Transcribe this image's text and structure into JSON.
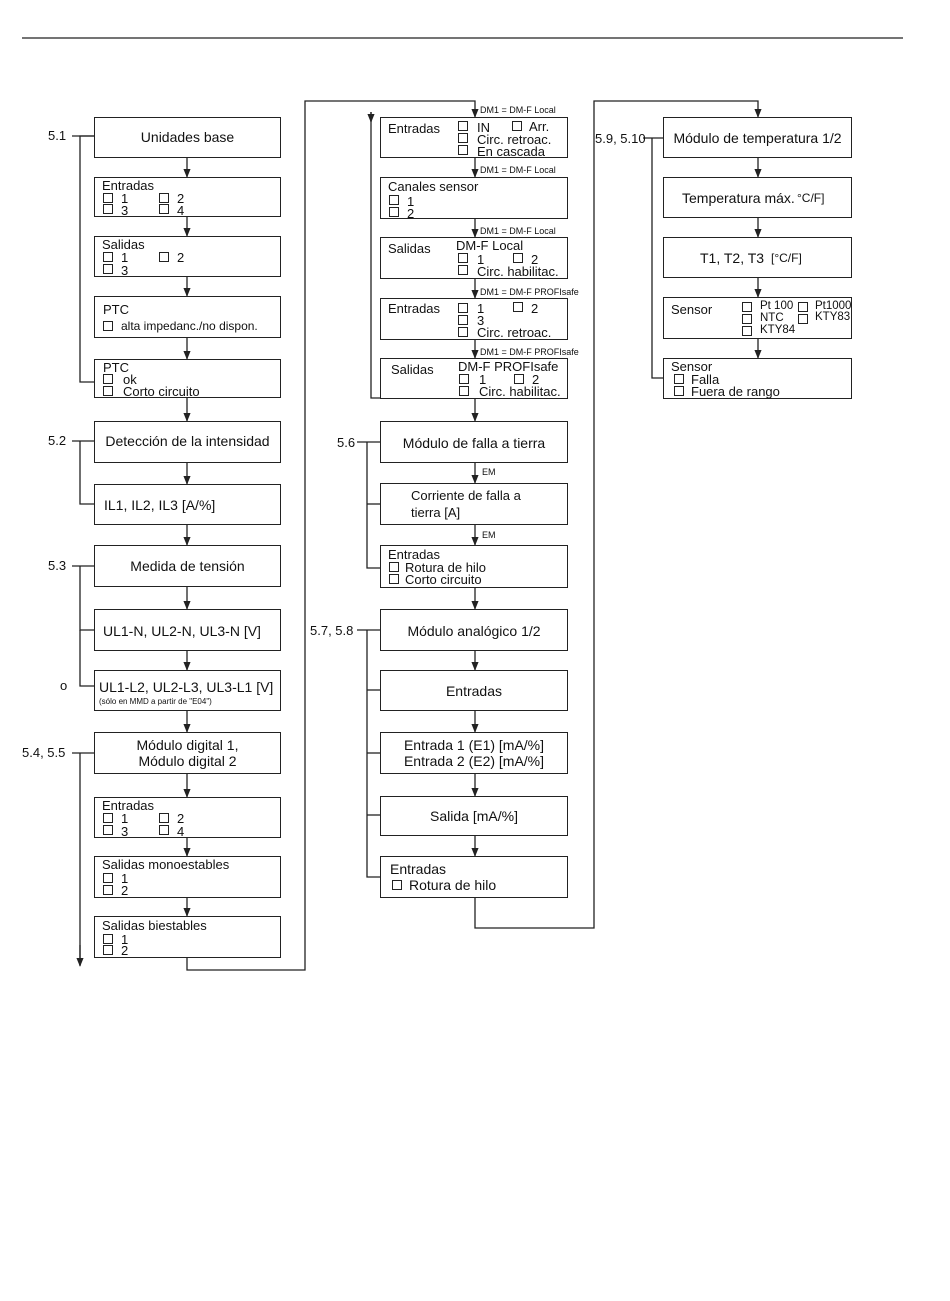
{
  "col1": {
    "unidades_base": {
      "ref": "5.1",
      "title": "Unidades base",
      "entradas": {
        "heading": "Entradas",
        "opts": [
          "1",
          "2",
          "3",
          "4"
        ]
      },
      "salidas": {
        "heading": "Salidas",
        "opts": [
          "1",
          "2",
          "3"
        ]
      },
      "ptc1": {
        "heading": "PTC",
        "opt": "alta impedanc./no dispon."
      },
      "ptc2": {
        "heading": "PTC",
        "opts": [
          "ok",
          "Corto circuito"
        ]
      }
    },
    "intensidad": {
      "ref": "5.2",
      "title": "Detección de la intensidad",
      "values": "IL1, IL2, IL3 [A/%]"
    },
    "tension": {
      "ref": "5.3",
      "ref_o": "o",
      "title": "Medida de tensión",
      "ln": "UL1-N, UL2-N, UL3-N [V]",
      "ll": "UL1-L2, UL2-L3, UL3-L1 [V]",
      "ll_note": "(sólo en MMD a partir de \"E04\")"
    },
    "digital": {
      "ref": "5.4, 5.5",
      "title1": "Módulo digital 1,",
      "title2": "Módulo digital 2",
      "entradas": {
        "heading": "Entradas",
        "opts": [
          "1",
          "2",
          "3",
          "4"
        ]
      },
      "mono": {
        "heading": "Salidas monoestables",
        "opts": [
          "1",
          "2"
        ]
      },
      "bi": {
        "heading": "Salidas biestables",
        "opts": [
          "1",
          "2"
        ]
      }
    }
  },
  "col2": {
    "dm": {
      "label_local": "DM1 = DM-F Local",
      "label_profisafe": "DM1 = DM-F PROFIsafe",
      "entradas1": {
        "heading": "Entradas",
        "opts": [
          "IN",
          "Arr.",
          "Circ. retroac.",
          "En cascada"
        ]
      },
      "canales": {
        "heading": "Canales sensor",
        "opts": [
          "1",
          "2"
        ]
      },
      "salidas_local": {
        "heading": "Salidas",
        "sub": "DM-F Local",
        "opts": [
          "1",
          "2",
          "Circ. habilitac."
        ]
      },
      "entradas2": {
        "heading": "Entradas",
        "opts": [
          "1",
          "2",
          "3",
          "Circ. retroac."
        ]
      },
      "salidas_profi": {
        "heading": "Salidas",
        "sub": "DM-F PROFIsafe",
        "opts": [
          "1",
          "2",
          "Circ. habilitac."
        ]
      }
    },
    "tierra": {
      "ref": "5.6",
      "title": "Módulo de falla a tierra",
      "em": "EM",
      "corriente1": "Corriente de falla a",
      "corriente2": "tierra [A]",
      "entradas": {
        "heading": "Entradas",
        "opts": [
          "Rotura de hilo",
          "Corto circuito"
        ]
      }
    },
    "analogico": {
      "ref": "5.7, 5.8",
      "title": "Módulo analógico 1/2",
      "entradas": "Entradas",
      "e1": "Entrada 1 (E1) [mA/%]",
      "e2": "Entrada 2 (E2) [mA/%]",
      "salida": "Salida [mA/%]",
      "entradas2": {
        "heading": "Entradas",
        "opt": "Rotura de hilo"
      }
    }
  },
  "col3": {
    "temperatura": {
      "ref": "5.9, 5.10",
      "title": "Módulo de temperatura 1/2",
      "tmax": "Temperatura máx.",
      "tmax_unit": "°C/F]",
      "t123": "T1, T2, T3",
      "t123_unit": "[°C/F]",
      "sensor": {
        "heading": "Sensor",
        "opts": [
          "Pt 100",
          "Pt1000",
          "NTC",
          "KTY83",
          "KTY84"
        ]
      },
      "sensor2": {
        "heading": "Sensor",
        "opts": [
          "Falla",
          "Fuera de rango"
        ]
      }
    }
  }
}
